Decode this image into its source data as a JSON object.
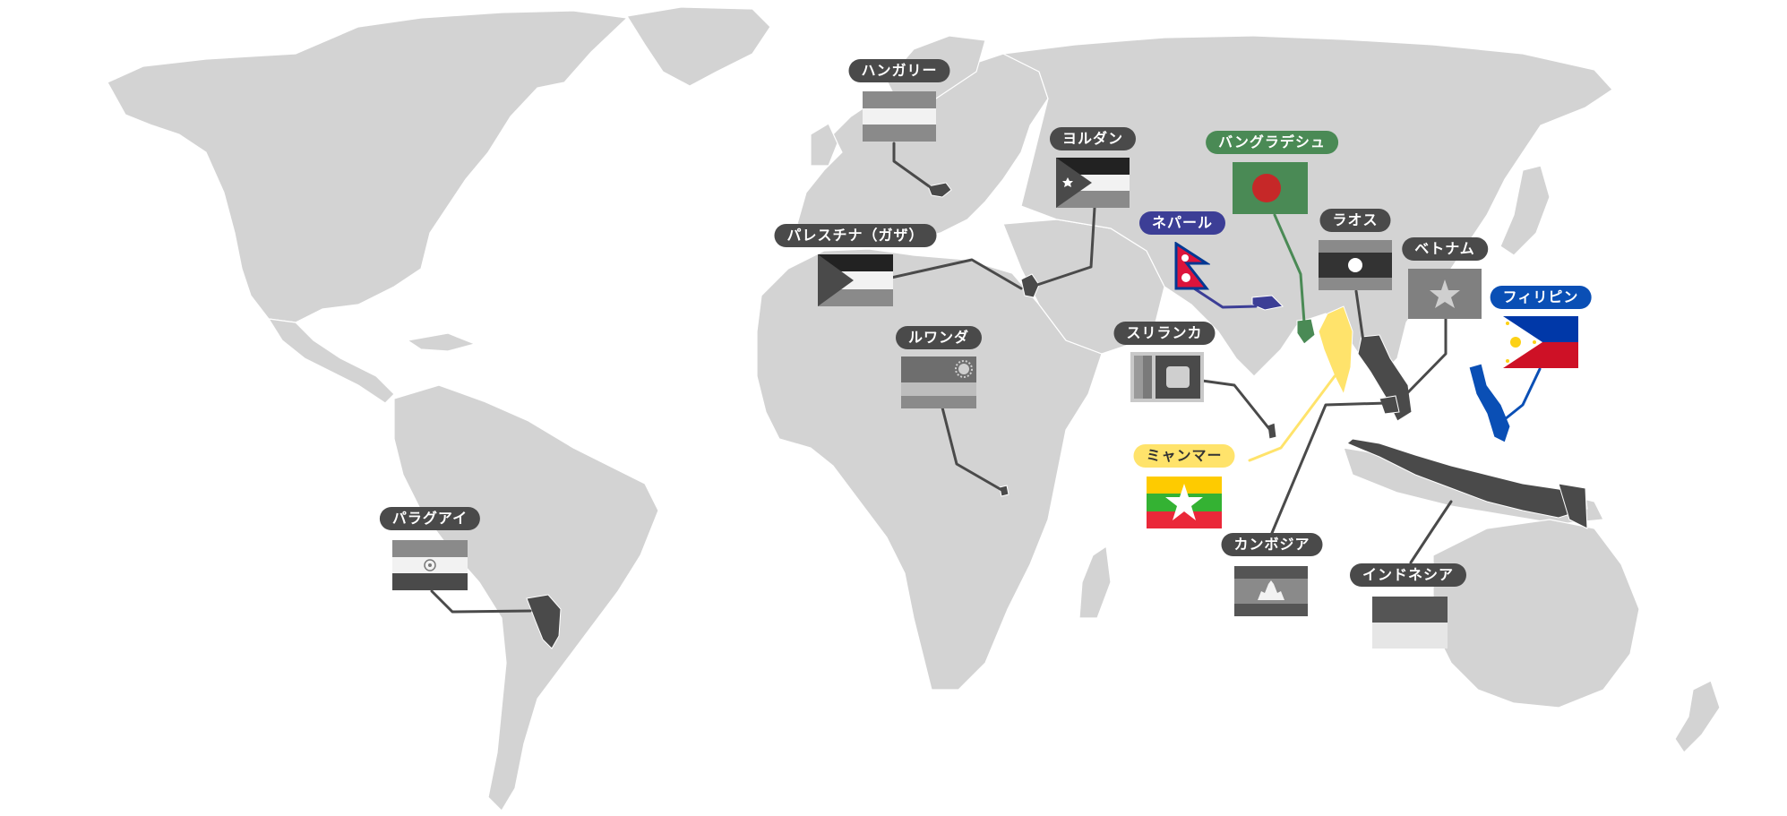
{
  "map": {
    "title": "",
    "colors": {
      "land": "#d3d3d3",
      "highlight": "#4a4a4a",
      "connector": "#4a4a4a"
    }
  },
  "countries": [
    {
      "id": "hungary",
      "label": "ハンガリー",
      "label_color": "#4a4a4a"
    },
    {
      "id": "jordan",
      "label": "ヨルダン",
      "label_color": "#4a4a4a"
    },
    {
      "id": "bangladesh",
      "label": "バングラデシュ",
      "label_color": "#4a8a55",
      "flag_colors": [
        "#4a8a55",
        "#c62828"
      ]
    },
    {
      "id": "palestine",
      "label": "パレスチナ（ガザ）",
      "label_color": "#4a4a4a"
    },
    {
      "id": "nepal",
      "label": "ネパール",
      "label_color": "#3c3e96",
      "flag_colors": [
        "#dc143c",
        "#003893"
      ]
    },
    {
      "id": "laos",
      "label": "ラオス",
      "label_color": "#4a4a4a"
    },
    {
      "id": "vietnam",
      "label": "ベトナム",
      "label_color": "#4a4a4a"
    },
    {
      "id": "philippines",
      "label": "フィリピン",
      "label_color": "#0a4fb5",
      "flag_colors": [
        "#0038a8",
        "#ce1126",
        "#fcd116"
      ]
    },
    {
      "id": "rwanda",
      "label": "ルワンダ",
      "label_color": "#4a4a4a"
    },
    {
      "id": "sri-lanka",
      "label": "スリランカ",
      "label_color": "#4a4a4a"
    },
    {
      "id": "myanmar",
      "label": "ミャンマー",
      "label_color": "#ffe36b",
      "flag_colors": [
        "#fecb00",
        "#34b233",
        "#ea2839"
      ]
    },
    {
      "id": "cambodia",
      "label": "カンボジア",
      "label_color": "#4a4a4a"
    },
    {
      "id": "indonesia",
      "label": "インドネシア",
      "label_color": "#4a4a4a"
    },
    {
      "id": "paraguay",
      "label": "パラグアイ",
      "label_color": "#4a4a4a"
    }
  ]
}
